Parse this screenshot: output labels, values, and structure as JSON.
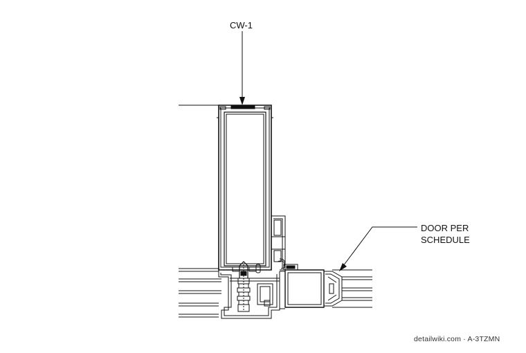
{
  "labels": {
    "curtain_wall": "CW-1",
    "door_line1": "DOOR PER",
    "door_line2": "SCHEDULE"
  },
  "watermark": "detailwiki.com · A-3TZMN",
  "colors": {
    "line": "#111111",
    "background": "#ffffff"
  }
}
